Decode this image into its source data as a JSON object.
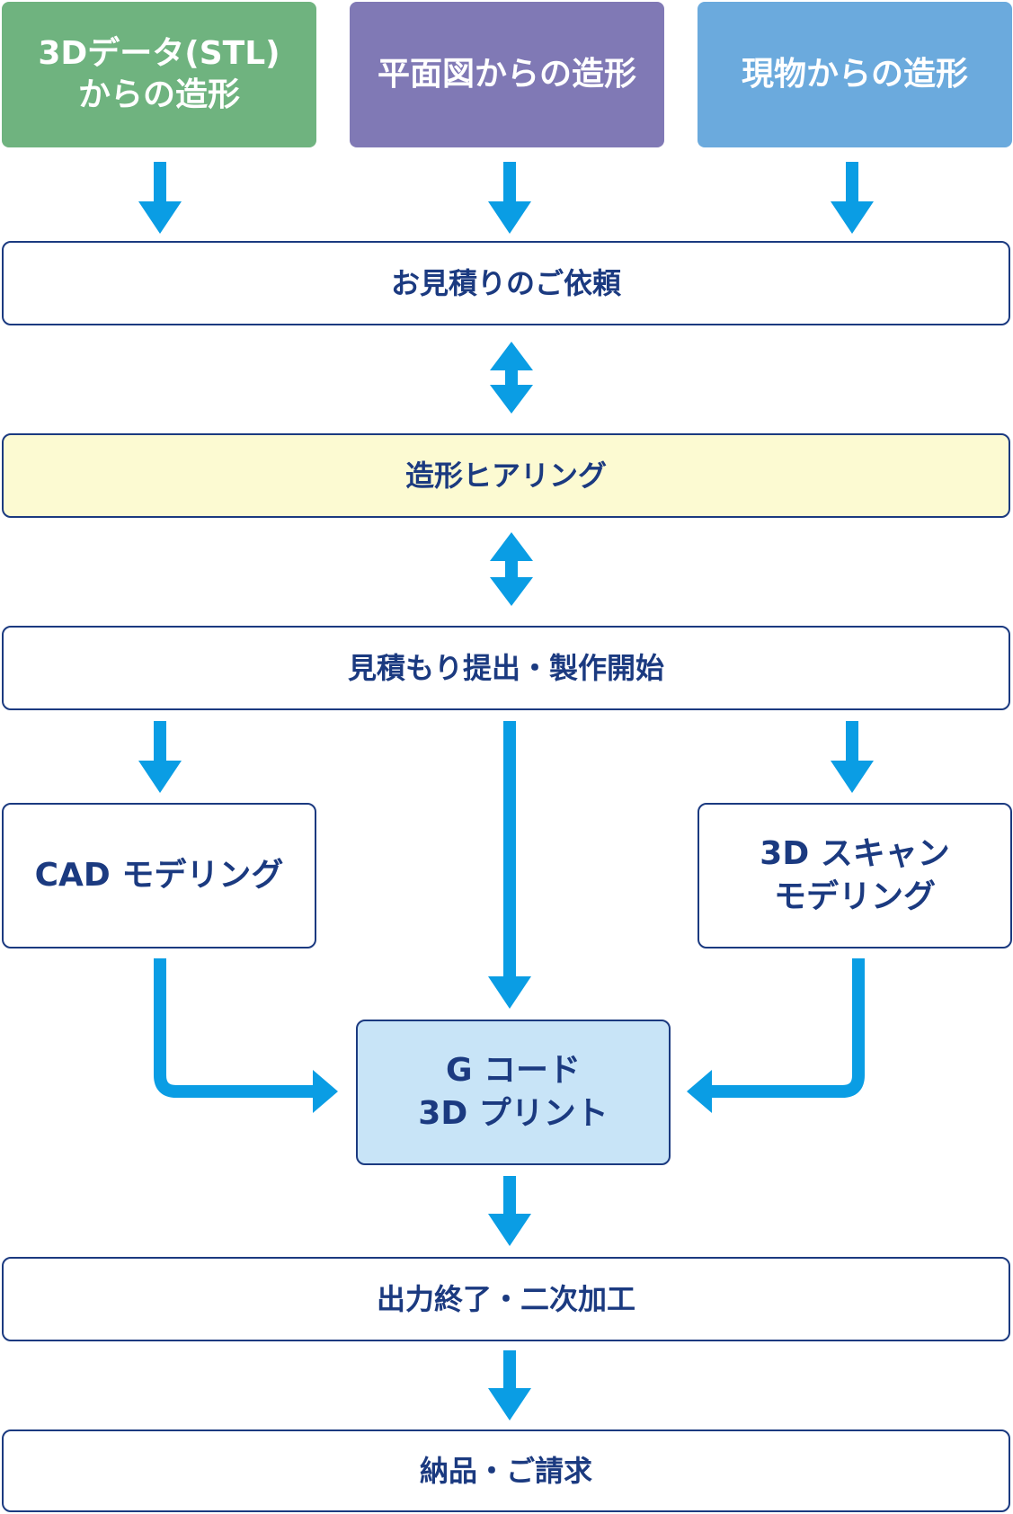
{
  "colors": {
    "green": "#6fb37f",
    "purple": "#8079b5",
    "blue": "#6baadd",
    "navy": "#1b3a80",
    "arrow": "#0a9de4",
    "hearing_bg": "#fcfad2",
    "gcode_bg": "#c8e4f7"
  },
  "sources": [
    {
      "label": "3Dデータ(STL)\nからの造形"
    },
    {
      "label": "平面図からの造形"
    },
    {
      "label": "現物からの造形"
    }
  ],
  "steps": {
    "quote_request": "お見積りのご依頼",
    "hearing": "造形ヒアリング",
    "quote_submit": "見積もり提出・製作開始",
    "cad_modeling": "CAD モデリング",
    "scan_modeling": "3D スキャン\nモデリング",
    "gcode_print": "G コード\n3D プリント",
    "output_finish": "出力終了・二次加工",
    "delivery": "納品・ご請求"
  }
}
